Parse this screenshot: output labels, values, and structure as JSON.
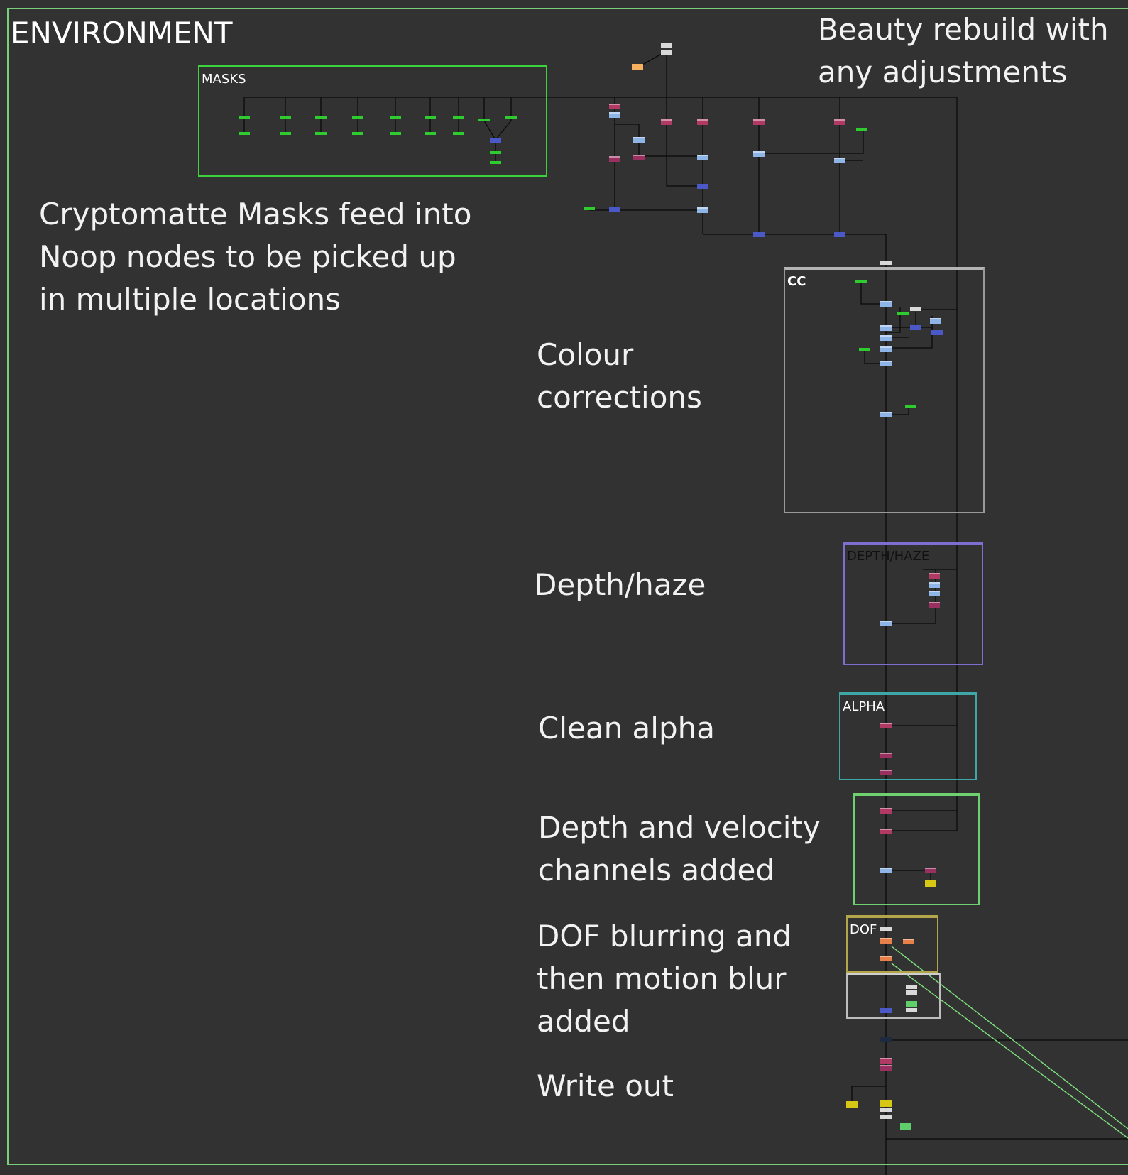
{
  "outer_backdrop": {
    "label": "ENVIRONMENT",
    "border_color": "#7ad07a"
  },
  "annotations": {
    "beauty": "Beauty rebuild with\nany adjustments",
    "cryptomatte": "Cryptomatte Masks feed into\nNoop nodes to be picked up\nin multiple locations",
    "colour": "Colour\ncorrections",
    "depth_haze": "Depth/haze",
    "clean_alpha": "Clean alpha",
    "depth_velocity": "Depth and velocity\nchannels added",
    "dof": "DOF blurring and\nthen motion blur\nadded",
    "write_out": "Write out"
  },
  "backdrops": {
    "masks": {
      "label": "MASKS",
      "border_color": "#3cd23c",
      "label_color": "#ffffff"
    },
    "cc": {
      "label": "CC",
      "border_color": "#b4b4b4",
      "label_color": "#ffffff"
    },
    "depth_haze": {
      "label": "DEPTH/HAZE",
      "border_color": "#7c6fd0",
      "label_color": "#111111"
    },
    "alpha": {
      "label": "ALPHA",
      "border_color": "#3fa7a7",
      "label_color": "#ffffff"
    },
    "channels": {
      "label": "",
      "border_color": "#6fd06f",
      "label_color": "#ffffff"
    },
    "dof": {
      "label": "DOF",
      "border_color": "#b3a54a",
      "label_color": "#ffffff"
    },
    "motion_blur": {
      "label": "",
      "border_color": "#cfcfcf",
      "label_color": "#ffffff"
    }
  },
  "node_colors": {
    "mask": "#2ecc2e",
    "grade": "#8fb4e6",
    "merge": "#4a58c8",
    "shuffle": "#b03a64",
    "copy": "#9a3060",
    "read": "#d9d9d9",
    "noop_dark": "#1e2a40",
    "blur": "#e8804a",
    "write": "#d6c814",
    "green_output": "#5ecf6a",
    "orange_dot": "#f5b060",
    "wire": "#0a0a0a",
    "wire_green": "#7ee07e",
    "wire_orange": "#f5b060"
  }
}
